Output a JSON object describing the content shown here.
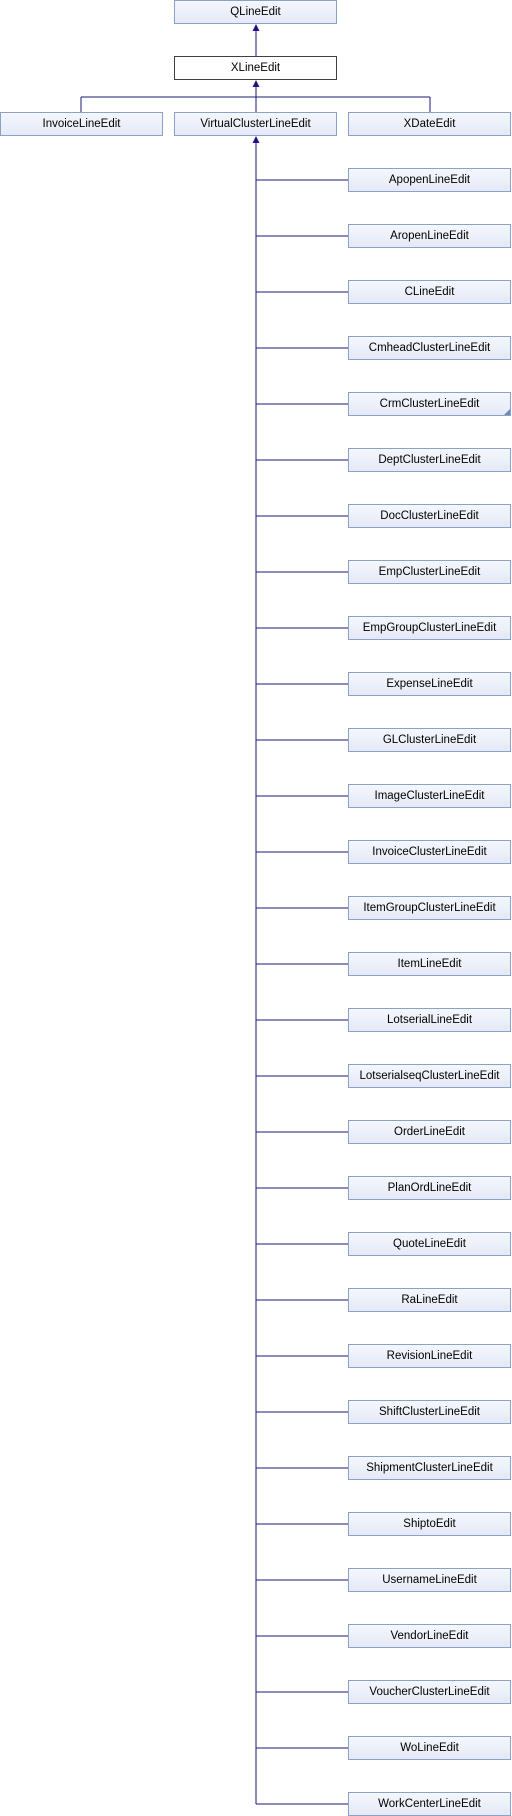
{
  "colors": {
    "edge": "#1a1a7a",
    "node_border": "#8ba1c9",
    "current_border": "#404040"
  },
  "root": {
    "label": "QLineEdit"
  },
  "current": {
    "label": "XLineEdit"
  },
  "level2": [
    {
      "label": "InvoiceLineEdit"
    },
    {
      "label": "VirtualClusterLineEdit"
    },
    {
      "label": "XDateEdit"
    }
  ],
  "virtual_children": [
    {
      "label": "ApopenLineEdit"
    },
    {
      "label": "AropenLineEdit"
    },
    {
      "label": "CLineEdit"
    },
    {
      "label": "CmheadClusterLineEdit"
    },
    {
      "label": "CrmClusterLineEdit",
      "has_more": true
    },
    {
      "label": "DeptClusterLineEdit"
    },
    {
      "label": "DocClusterLineEdit"
    },
    {
      "label": "EmpClusterLineEdit"
    },
    {
      "label": "EmpGroupClusterLineEdit"
    },
    {
      "label": "ExpenseLineEdit"
    },
    {
      "label": "GLClusterLineEdit"
    },
    {
      "label": "ImageClusterLineEdit"
    },
    {
      "label": "InvoiceClusterLineEdit"
    },
    {
      "label": "ItemGroupClusterLineEdit"
    },
    {
      "label": "ItemLineEdit"
    },
    {
      "label": "LotserialLineEdit"
    },
    {
      "label": "LotserialseqClusterLineEdit"
    },
    {
      "label": "OrderLineEdit"
    },
    {
      "label": "PlanOrdLineEdit"
    },
    {
      "label": "QuoteLineEdit"
    },
    {
      "label": "RaLineEdit"
    },
    {
      "label": "RevisionLineEdit"
    },
    {
      "label": "ShiftClusterLineEdit"
    },
    {
      "label": "ShipmentClusterLineEdit"
    },
    {
      "label": "ShiptoEdit"
    },
    {
      "label": "UsernameLineEdit"
    },
    {
      "label": "VendorLineEdit"
    },
    {
      "label": "VoucherClusterLineEdit"
    },
    {
      "label": "WoLineEdit"
    },
    {
      "label": "WorkCenterLineEdit"
    }
  ]
}
